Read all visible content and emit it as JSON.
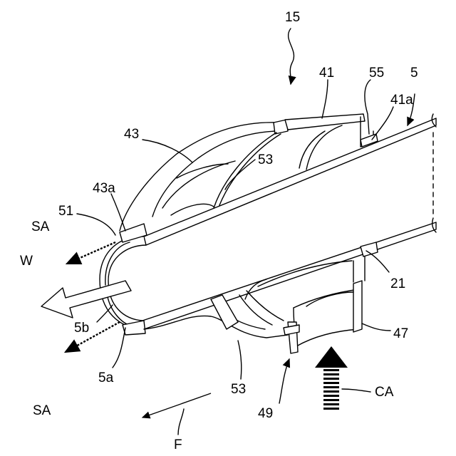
{
  "figure": {
    "assembly_ref": "15",
    "labels": {
      "l41": "41",
      "l55": "55",
      "l5": "5",
      "l41a": "41a",
      "l43": "43",
      "l53_top": "53",
      "l43a": "43a",
      "l51": "51",
      "l_sa_top": "SA",
      "l_w": "W",
      "l21": "21",
      "l5b": "5b",
      "l47": "47",
      "l5a": "5a",
      "l53_bottom": "53",
      "l_sa_bottom": "SA",
      "l_ca": "CA",
      "l49": "49",
      "l_f": "F"
    }
  }
}
